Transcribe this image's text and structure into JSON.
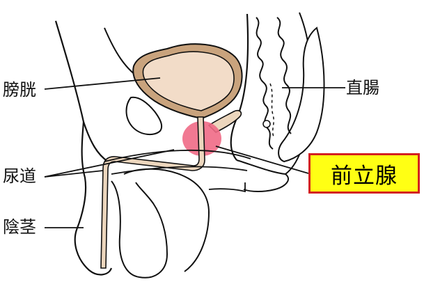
{
  "labels": {
    "bladder": "膀胱",
    "rectum": "直腸",
    "urethra": "尿道",
    "penis": "陰茎",
    "prostate": "前立腺"
  },
  "colors": {
    "bladder_wall": "#c9a37d",
    "bladder_fill": "#f2dcc8",
    "urethra_fill": "#ecd6bd",
    "prostate_fill": "#f06a86",
    "highlight_bg": "#ffff14",
    "highlight_border": "#d42020",
    "outline": "#111111"
  }
}
